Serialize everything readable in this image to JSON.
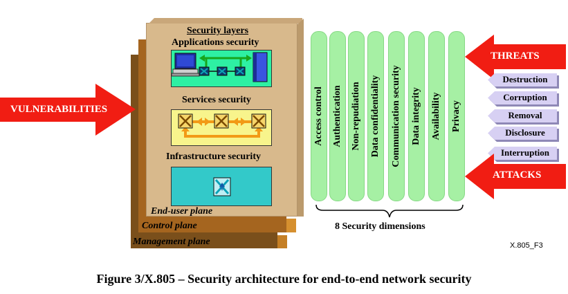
{
  "layers_heading": "Security layers",
  "layers": {
    "applications": "Applications security",
    "services": "Services security",
    "infrastructure": "Infrastructure security"
  },
  "planes": {
    "end_user": "End-user plane",
    "control": "Control plane",
    "management": "Management plane"
  },
  "dimensions": [
    "Access control",
    "Authentication",
    "Non-repudiation",
    "Data confidentiality",
    "Communication security",
    "Data integrity",
    "Availability",
    "Privacy"
  ],
  "dimensions_caption": "8 Security dimensions",
  "vulnerabilities": "VULNERABILITIES",
  "threats": "THREATS",
  "attacks": "ATTACKS",
  "threat_types": [
    "Destruction",
    "Corruption",
    "Removal",
    "Disclosure",
    "Interruption"
  ],
  "figure_id": "X.805_F3",
  "caption": "Figure 3/X.805 – Security architecture for end-to-end network security",
  "colors": {
    "layer_box_tan": "#d8b98c",
    "plane_dark": "#7a4f1b",
    "plane_mid": "#b56e24",
    "applications_fill": "#2ef0a3",
    "services_fill": "#f8f48c",
    "infrastructure_fill": "#33c9c9",
    "dimension_fill": "#a6f0a4",
    "arrow_red": "#f11d13",
    "tag_fill": "#d7d0f3"
  }
}
